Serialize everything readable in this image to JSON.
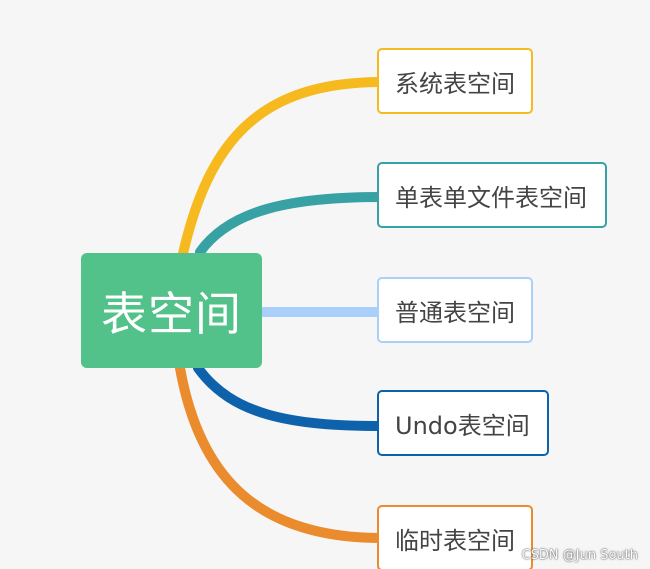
{
  "root": {
    "label": "表空间",
    "color": "#52c18a"
  },
  "children": [
    {
      "label": "系统表空间",
      "color": "#f6b91e"
    },
    {
      "label": "单表单文件表空间",
      "color": "#37a1a4"
    },
    {
      "label": "普通表空间",
      "color": "#a9cffa"
    },
    {
      "label": "Undo表空间",
      "color": "#0d62ab"
    },
    {
      "label": "临时表空间",
      "color": "#ea8b2e"
    }
  ],
  "watermark": "CSDN @Jun South"
}
